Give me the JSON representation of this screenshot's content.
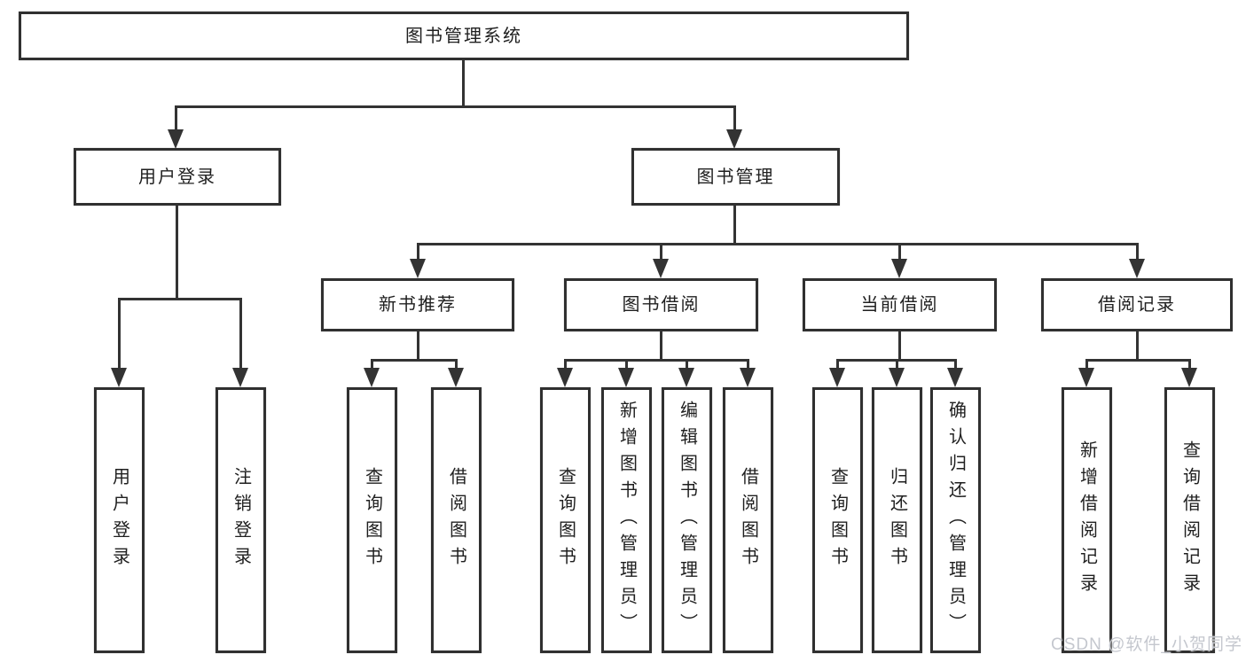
{
  "diagram": {
    "root": {
      "label": "图书管理系统"
    },
    "branches": [
      {
        "label": "用户登录",
        "children": [
          {
            "label": "用户登录"
          },
          {
            "label": "注销登录"
          }
        ]
      },
      {
        "label": "图书管理",
        "children": [
          {
            "label": "新书推荐",
            "children": [
              {
                "label": "查询图书"
              },
              {
                "label": "借阅图书"
              }
            ]
          },
          {
            "label": "图书借阅",
            "children": [
              {
                "label": "查询图书"
              },
              {
                "label": "新增图书（管理员）"
              },
              {
                "label": "编辑图书（管理员）"
              },
              {
                "label": "借阅图书"
              }
            ]
          },
          {
            "label": "当前借阅",
            "children": [
              {
                "label": "查询图书"
              },
              {
                "label": "归还图书"
              },
              {
                "label": "确认归还（管理员）"
              }
            ]
          },
          {
            "label": "借阅记录",
            "children": [
              {
                "label": "新增借阅记录"
              },
              {
                "label": "查询借阅记录"
              }
            ]
          }
        ]
      }
    ]
  },
  "watermark": {
    "text": "CSDN @软件_小贺同学"
  },
  "colors": {
    "line": "#333333",
    "text": "#1f1f1f",
    "background": "#ffffff",
    "watermark": "#c4c7ce"
  }
}
